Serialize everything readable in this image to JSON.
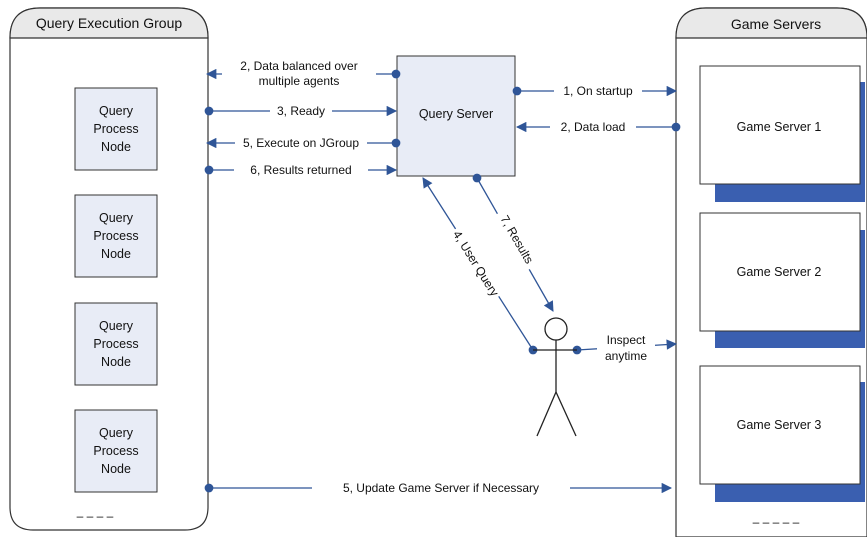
{
  "groups": {
    "query_execution": {
      "title": "Query Execution Group",
      "nodes": [
        "Query",
        "Process",
        "Node"
      ],
      "more": "– – – –"
    },
    "game_servers": {
      "title": "Game Servers",
      "servers": [
        "Game Server 1",
        "Game Server 2",
        "Game Server 3"
      ],
      "more": "– – – – –"
    }
  },
  "query_server": {
    "label": "Query Server"
  },
  "arrows": {
    "data_balanced": [
      "2, Data balanced over",
      "multiple agents"
    ],
    "ready": "3, Ready",
    "execute": "5, Execute on JGroup",
    "results_returned": "6, Results returned",
    "on_startup": "1, On startup",
    "data_load": "2, Data load",
    "user_query": "4, User Query",
    "results": "7, Results",
    "inspect": [
      "Inspect",
      "anytime"
    ],
    "update": "5, Update Game Server if Necessary"
  },
  "colors": {
    "connector": "#2f5597",
    "node_fill": "#e8ecf6",
    "server_shadow": "#3a5fb0",
    "panel_header": "#e9e9e9"
  }
}
